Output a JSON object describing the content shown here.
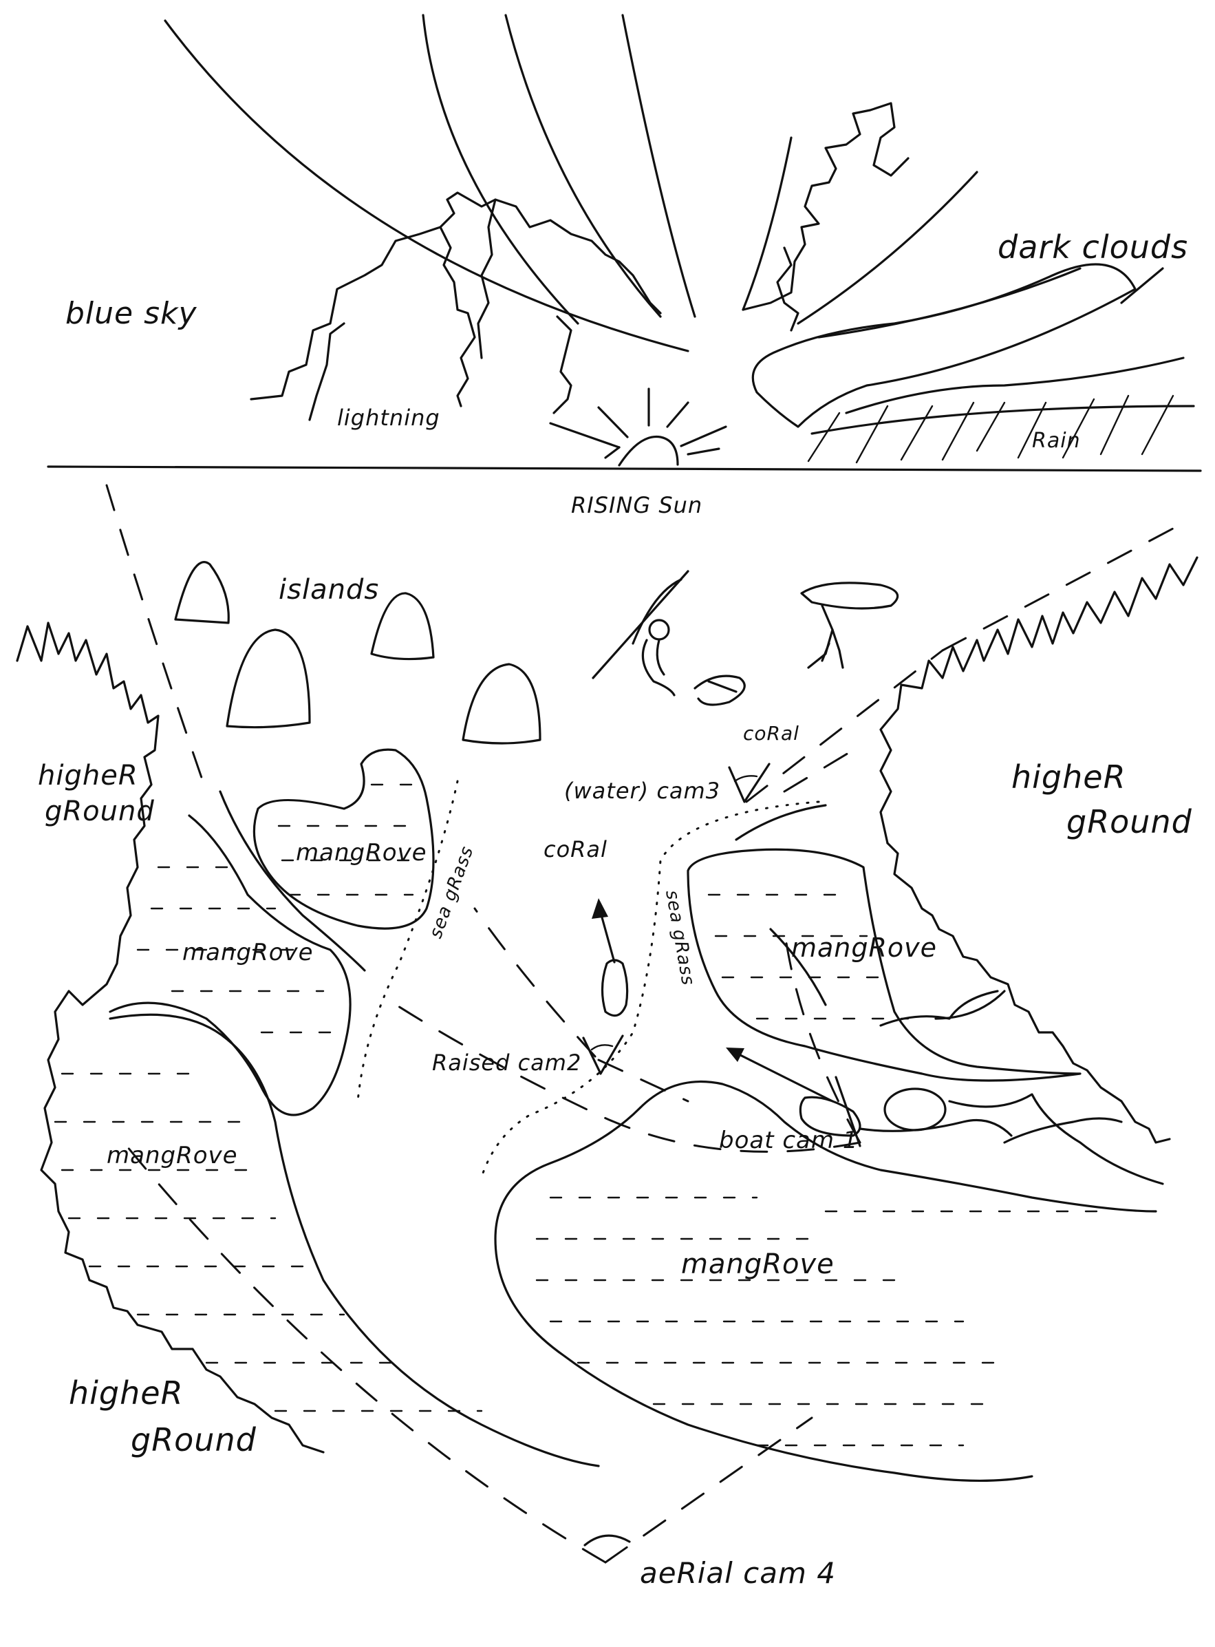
{
  "labels": {
    "blue_sky": "blue sky",
    "lightning": "lightning",
    "rising_sun": "RISING Sun",
    "dark_clouds": "dark clouds",
    "rain": "Rain",
    "islands": "islands",
    "coral_top": "coRal",
    "water_cam": "(water) cam3",
    "coral_mid": "coRal",
    "higher_ground_top_left": [
      "higheR",
      "gRound"
    ],
    "higher_ground_right": [
      "higheR",
      "gRound"
    ],
    "higher_ground_bottom_left": [
      "higheR",
      "gRound"
    ],
    "mangrove_upper_left": "mangRove",
    "mangrove_left": "mangRove",
    "mangrove_lower_left": "mangRove",
    "mangrove_right": "mangRove",
    "mangrove_bottom": "mangRove",
    "sea_grass_left": "sea gRass",
    "sea_grass_right": "sea gRass",
    "raised_cam": "Raised cam2",
    "boat_cam": "boat cam 1",
    "aerial_cam": "aeRial cam 4"
  }
}
